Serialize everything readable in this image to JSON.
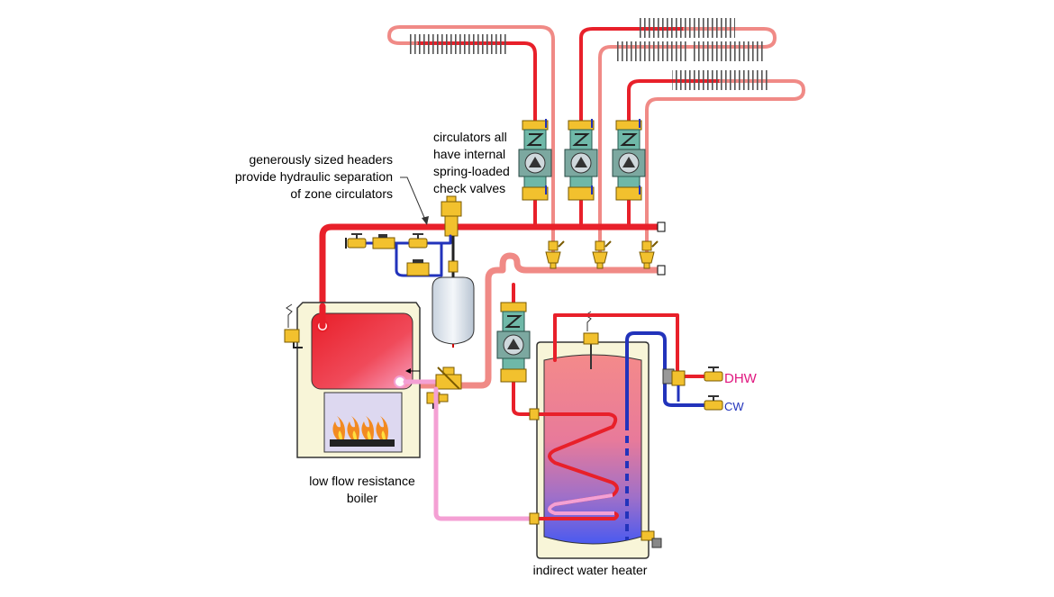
{
  "labels": {
    "headers_line1": "generously sized headers",
    "headers_line2": "provide hydraulic separation",
    "headers_line3": "of zone circulators",
    "circ_line1": "circulators all",
    "circ_line2": "have internal",
    "circ_line3": "spring-loaded",
    "circ_line4": "check valves",
    "boiler_line1": "low flow resistance",
    "boiler_line2": "boiler",
    "heater": "indirect water heater",
    "dhw": "DHW",
    "cw": "CW"
  },
  "colors": {
    "supply": "#e8202a",
    "return": "#f08a86",
    "cold": "#2233bb",
    "dhw_text": "#e0177f",
    "cw_text": "#2233bb",
    "brass": "#f2c12e"
  },
  "icons": [
    "boiler",
    "burner-flames",
    "expansion-tank",
    "air-separator",
    "circulator",
    "zone-valve",
    "pressure-relief-valve",
    "mixing-valve",
    "baseboard-convector",
    "hot-water-tank",
    "heat-exchanger-coil"
  ]
}
